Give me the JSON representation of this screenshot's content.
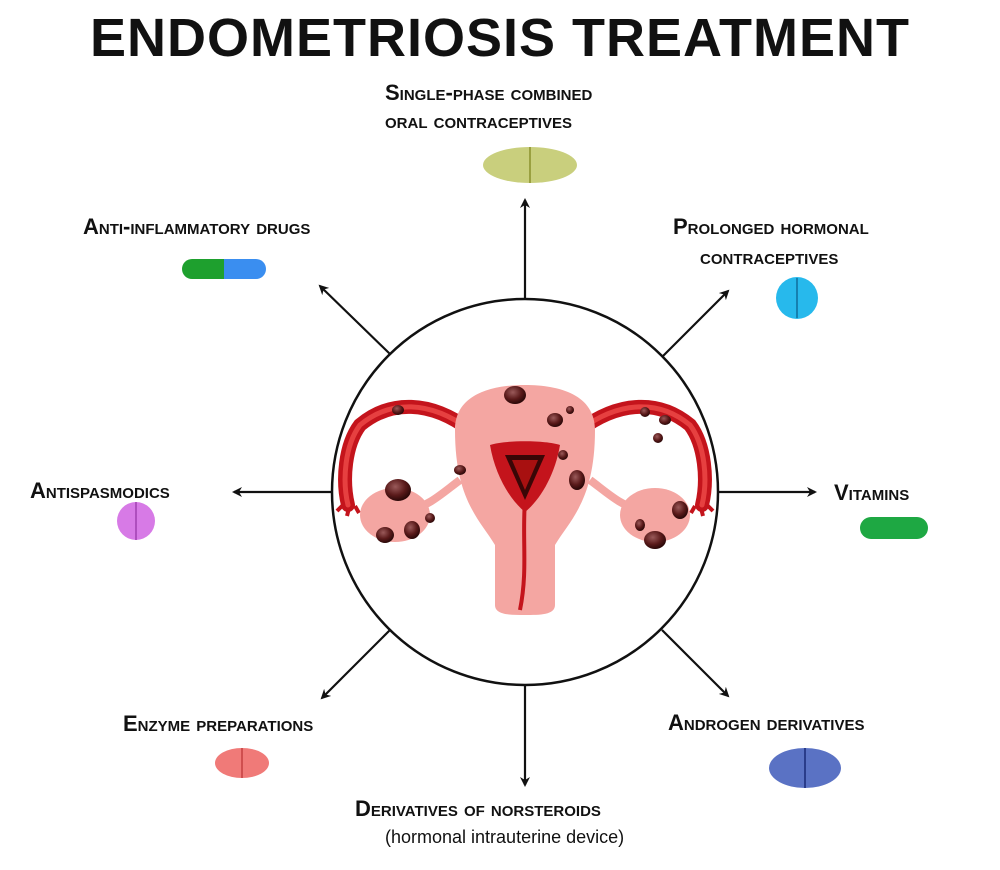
{
  "title": "ENDOMETRIOSIS TREATMENT",
  "treatments": {
    "top": {
      "line1": "Single-phase combined",
      "line2": "oral contraceptives",
      "pill_color": "#c9cf7d"
    },
    "top_right": {
      "line1": "Prolonged hormonal",
      "line2": "contraceptives",
      "pill_color": "#27b9ec"
    },
    "right": {
      "label": "Vitamins",
      "pill_color": "#1ea843"
    },
    "bottom_right": {
      "label": "Androgen derivatives",
      "pill_color": "#5a72c4"
    },
    "bottom": {
      "label": "Derivatives of norsteroids",
      "sublabel": "(hormonal intrauterine device)"
    },
    "bottom_left": {
      "label": "Enzyme preparations",
      "pill_color": "#f07a78"
    },
    "left": {
      "label": "Antispasmodics",
      "pill_color": "#d77ae6"
    },
    "top_left": {
      "label": "Anti-inflammatory drugs",
      "pill_color_a": "#1ea02e",
      "pill_color_b": "#3a8ef0"
    }
  },
  "center": {
    "subject": "uterus-with-endometriosis-illustration",
    "tissue_color": "#f4a6a2",
    "lesion_color": "#c4141c"
  }
}
